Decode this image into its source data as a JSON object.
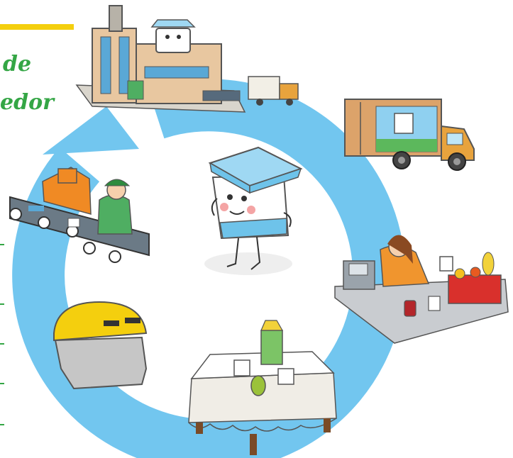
{
  "title_fragments": [
    "de",
    "edor"
  ],
  "colors": {
    "cycle_arrow": "#72c6ef",
    "title_green": "#34a645",
    "accent_yellow": "#f4cf0e"
  },
  "stages": [
    {
      "name": "factory",
      "icon": "factory-icon"
    },
    {
      "name": "delivery",
      "icon": "delivery-truck-icon"
    },
    {
      "name": "supermarket",
      "icon": "cashier-icon"
    },
    {
      "name": "consumption",
      "icon": "table-icon"
    },
    {
      "name": "recycling-bin",
      "icon": "recycling-bin-icon"
    },
    {
      "name": "sorting",
      "icon": "conveyor-worker-icon"
    }
  ],
  "center_character": {
    "icon": "yogurt-carton-character-icon"
  }
}
